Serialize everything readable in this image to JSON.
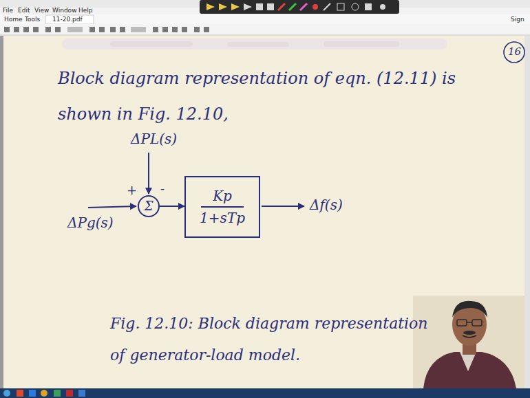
{
  "diagram": {
    "caption": "Fig. 12.10: Block diagram representation of generator-load model.",
    "nodes": [
      {
        "text": [
          "Σ"
        ]
      },
      {
        "text": [
          "Kp",
          "1+sTp"
        ]
      }
    ],
    "edges": [
      {
        "from": 0,
        "to": 1,
        "arrow": "to"
      }
    ],
    "labels": [
      "16",
      "Block diagram representation of eqn. (12.11) is shown in Fig. 12.10,",
      "ΔPL(s)",
      "+",
      "-",
      "ΔPg(s)",
      "Δf(s)",
      "File",
      "Edit",
      "View",
      "Window",
      "Help",
      "Home",
      "Tools",
      "11-20.pdf",
      "Sign"
    ]
  }
}
